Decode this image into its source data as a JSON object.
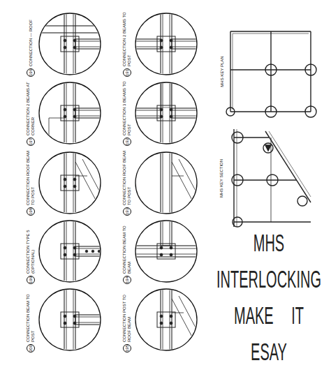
{
  "diagram": {
    "title": "MHS INTERLOCKING MAKE IT ESAY",
    "nodes": [
      {
        "text": [
          "196",
          "CONNECTION — ROOF"
        ]
      },
      {
        "text": [
          "191",
          "CONNECTION 2 BEAMS TO POST"
        ]
      },
      {
        "text": [
          "197",
          "CONNECTION 2 BEAMS AT CORNER"
        ]
      },
      {
        "text": [
          "192",
          "CONNECTION 3 BEAMS TO POST"
        ]
      },
      {
        "text": [
          "198",
          "CONNECTION ROOF BEAM TO POST"
        ]
      },
      {
        "text": [
          "193",
          "CONNECTION ROOF BEAM TO POST"
        ]
      },
      {
        "text": [
          "199",
          "CONNECTION TYPE 5 (OPTIONAL)"
        ]
      },
      {
        "text": [
          "194",
          "CONNECTION BEAM TO BEAM"
        ]
      },
      {
        "text": [
          "200",
          "CONNECTION BEAM TO POST"
        ]
      },
      {
        "text": [
          "195",
          "CONNECTION POST TO ROOF BEAM"
        ]
      }
    ],
    "labels": [
      "MHS KEY PLAN",
      "MHS KEY SECTION"
    ]
  }
}
